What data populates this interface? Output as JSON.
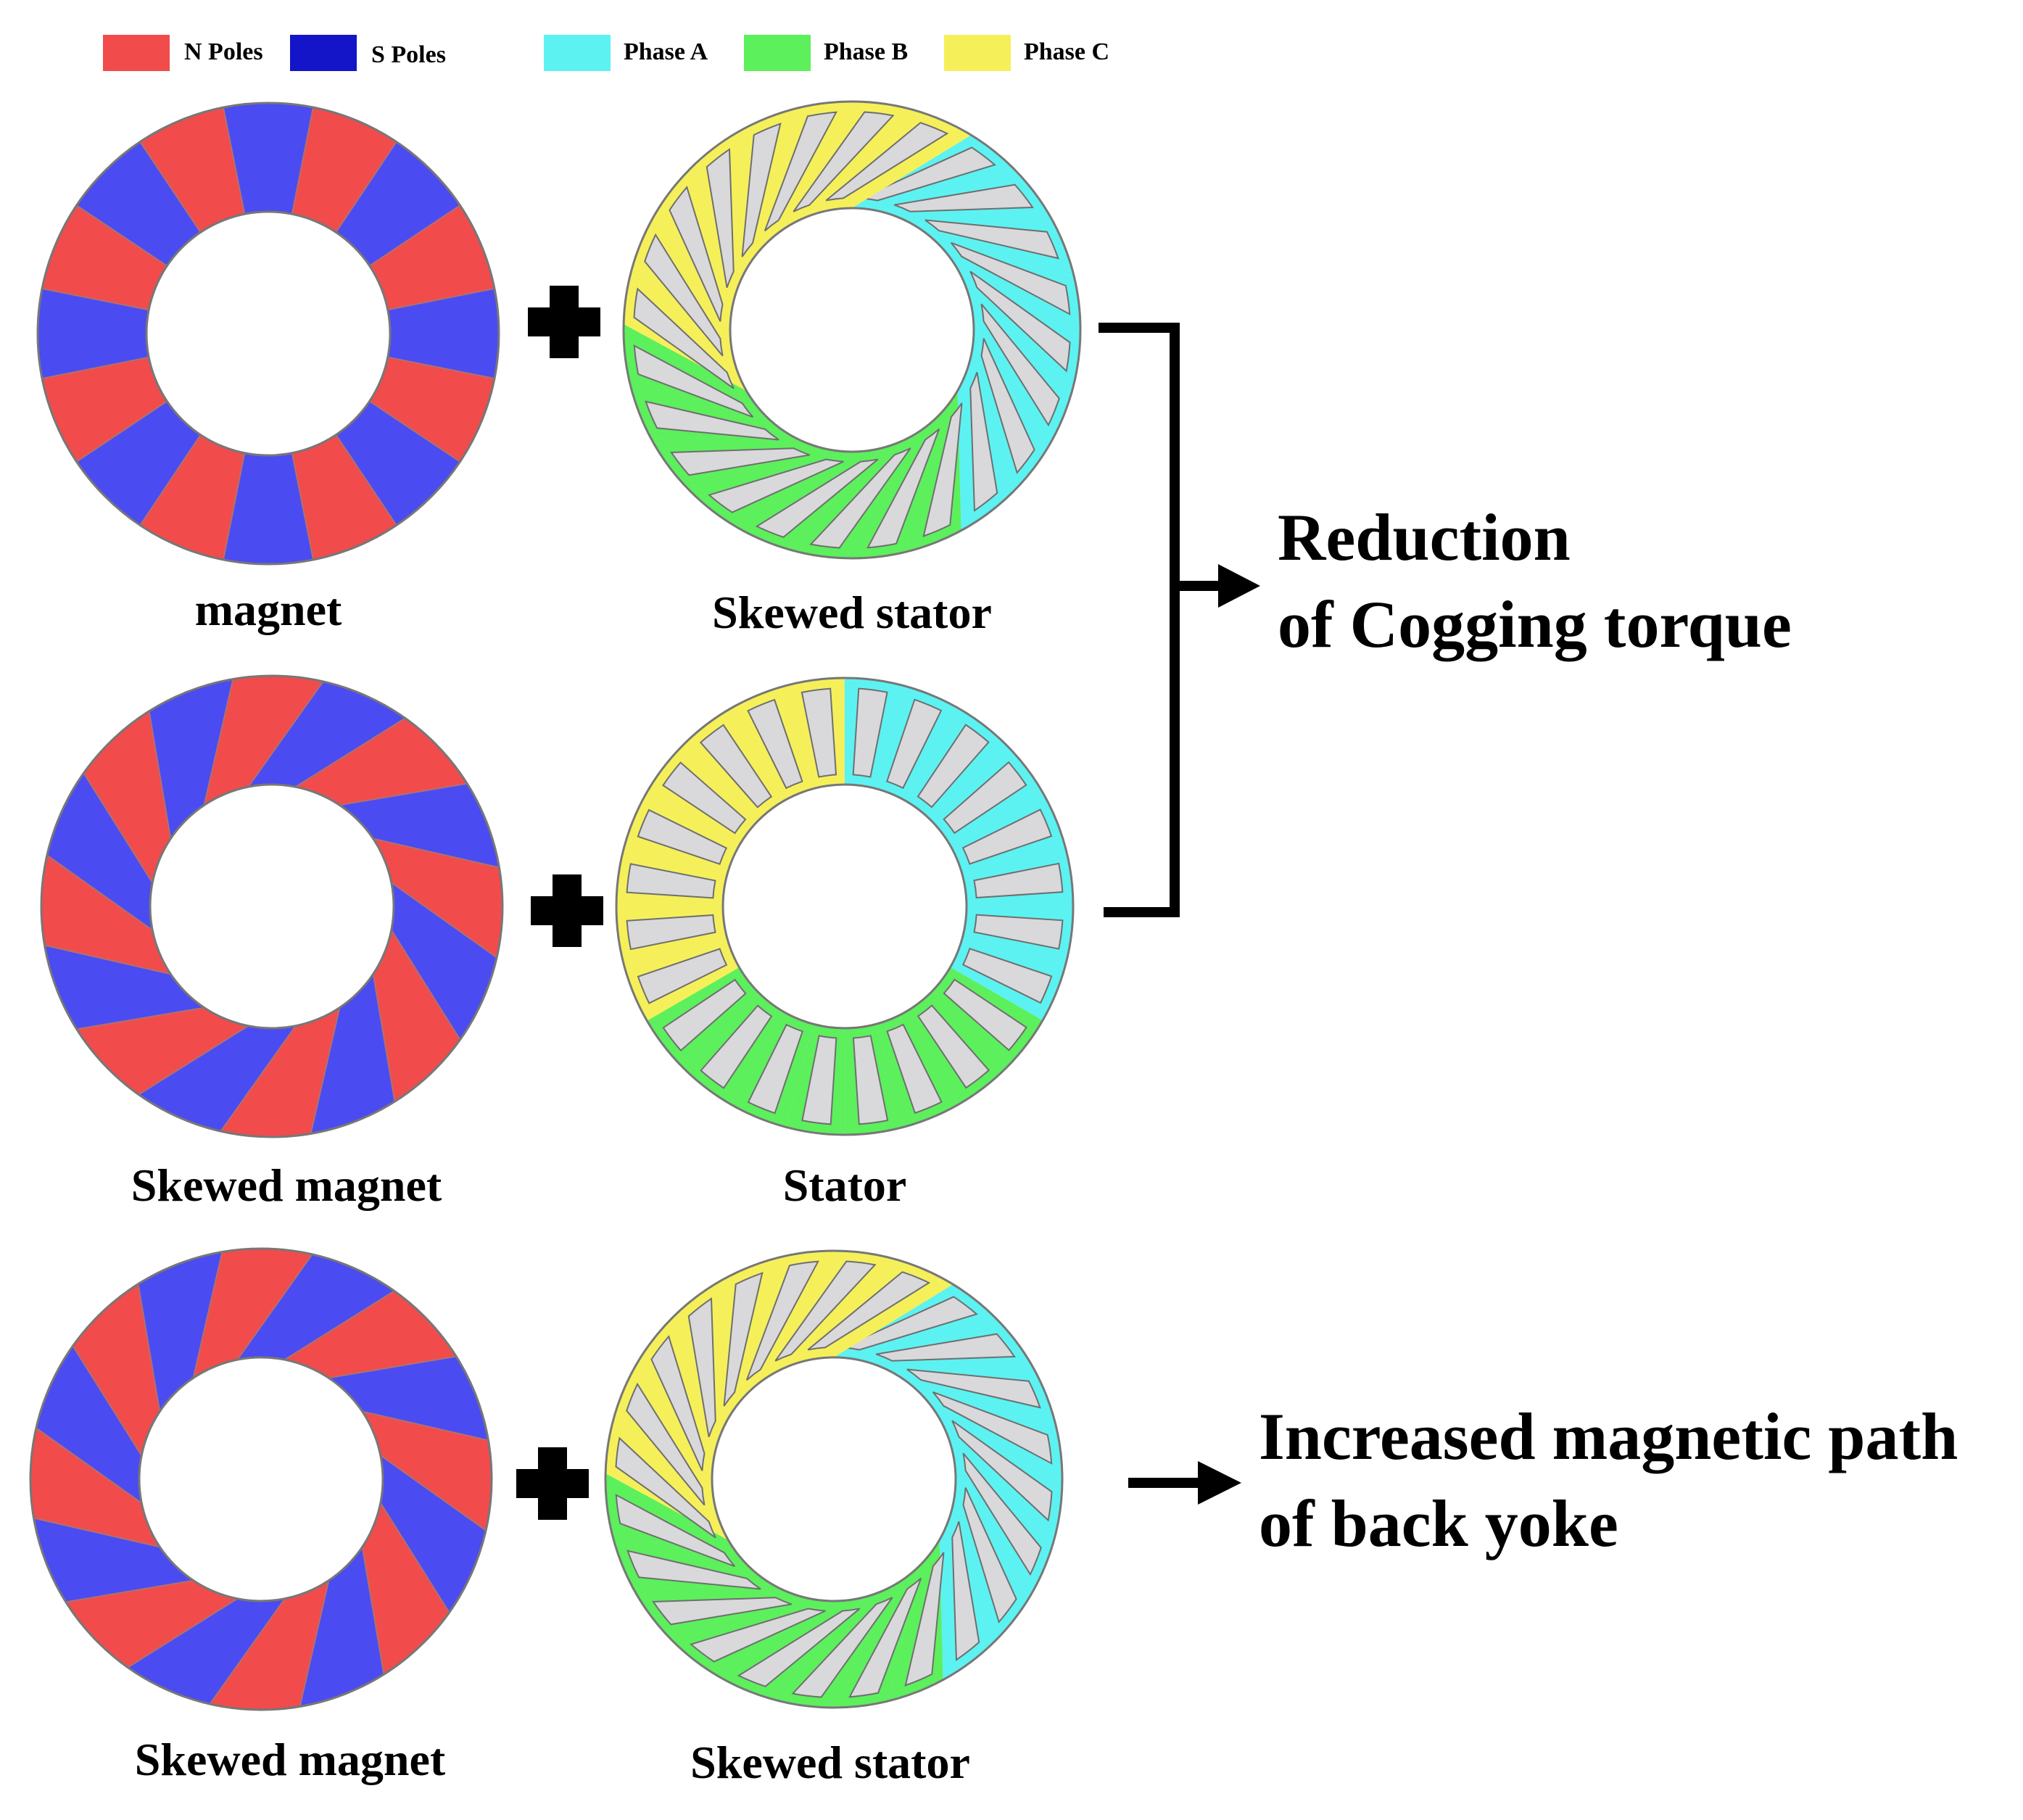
{
  "legend": [
    {
      "label": "N Poles",
      "color": "#f24b4b"
    },
    {
      "label": "S Poles",
      "color": "#1414c8"
    },
    {
      "label": "Phase A",
      "color": "#5cf2f2"
    },
    {
      "label": "Phase B",
      "color": "#5cf05c"
    },
    {
      "label": "Phase C",
      "color": "#f5f05a"
    }
  ],
  "colors": {
    "n_pole": "#f24b4b",
    "s_pole": "#4b4bf2",
    "phase_a": "#5cf2f2",
    "phase_b": "#5cf05c",
    "phase_c": "#f5f05a",
    "slot": "#d9d9dc",
    "separator": "#2e8b2e"
  },
  "combinations": [
    {
      "magnet_label": "magnet",
      "stator_label": "Skewed stator",
      "magnet_skewed": false,
      "stator_skewed": true
    },
    {
      "magnet_label": "Skewed magnet",
      "stator_label": "Stator",
      "magnet_skewed": true,
      "stator_skewed": false
    },
    {
      "magnet_label": "Skewed magnet",
      "stator_label": "Skewed stator",
      "magnet_skewed": true,
      "stator_skewed": true
    }
  ],
  "results": {
    "top_line1": "Reduction",
    "top_line2": "of Cogging torque",
    "bottom_line1": "Increased magnetic path",
    "bottom_line2": "of back yoke"
  },
  "icons": {
    "plus": "plus-icon",
    "arrow": "arrow-right-icon",
    "bracket": "bracket-icon"
  }
}
